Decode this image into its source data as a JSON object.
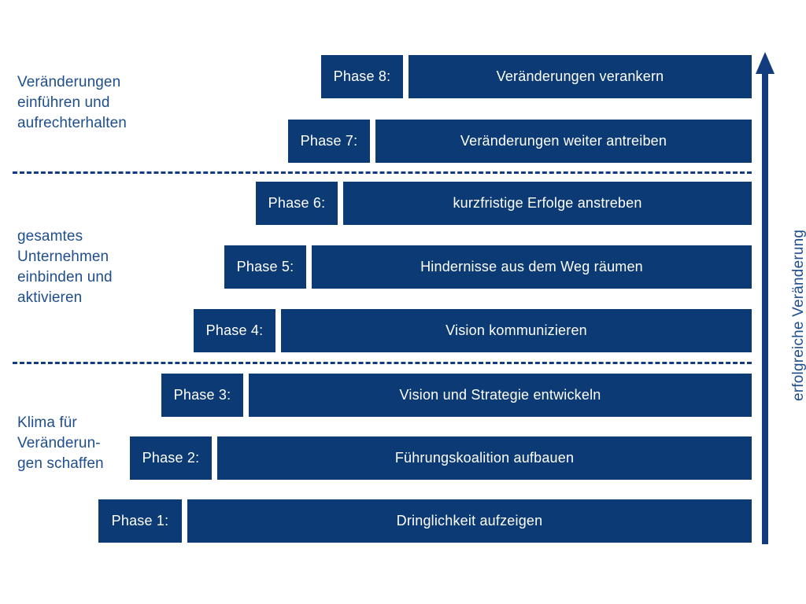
{
  "colors": {
    "bar_fill": "#0C3A74",
    "bar_text": "#FFFFFF",
    "label_text": "#1F4E8C",
    "divider": "#123C7E",
    "background": "#FFFFFF"
  },
  "groups": [
    {
      "id": "group-implement",
      "text": "Veränderungen\neinführen und\naufrechterhalten"
    },
    {
      "id": "group-engage",
      "text": "gesamtes\nUnternehmen\neinbinden und\naktivieren"
    },
    {
      "id": "group-climate",
      "text": "Klima für\nVeränderun-\ngen schaffen"
    }
  ],
  "phases": [
    {
      "tag": "Phase 8:",
      "body": "Veränderungen verankern"
    },
    {
      "tag": "Phase 7:",
      "body": "Veränderungen weiter antreiben"
    },
    {
      "tag": "Phase 6:",
      "body": "kurzfristige Erfolge anstreben"
    },
    {
      "tag": "Phase 5:",
      "body": "Hindernisse aus dem Weg räumen"
    },
    {
      "tag": "Phase 4:",
      "body": "Vision kommunizieren"
    },
    {
      "tag": "Phase 3:",
      "body": "Vision und Strategie entwickeln"
    },
    {
      "tag": "Phase 2:",
      "body": "Führungskoalition aufbauen"
    },
    {
      "tag": "Phase 1:",
      "body": "Dringlichkeit aufzeigen"
    }
  ],
  "arrow": {
    "label": "erfolgreiche Veränderung",
    "direction": "up"
  }
}
